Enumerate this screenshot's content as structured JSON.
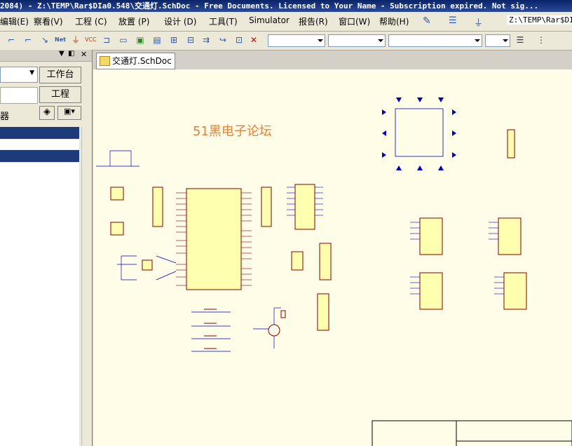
{
  "window": {
    "title": "2084) - Z:\\TEMP\\Rar$DIa0.548\\交通灯.SchDoc - Free Documents. Licensed to Your Name - Subscription expired. Not sig..."
  },
  "menu": {
    "items": [
      {
        "label": "编辑(E)"
      },
      {
        "label": "察看(V)"
      },
      {
        "label": "工程 (C)"
      },
      {
        "label": "放置 (P)"
      },
      {
        "label": "设计 (D)"
      },
      {
        "label": "工具(T)"
      },
      {
        "label": "Simulator"
      },
      {
        "label": "报告(R)"
      },
      {
        "label": "窗口(W)"
      },
      {
        "label": "帮助(H)"
      }
    ],
    "path": "Z:\\TEMP\\Rar$DI"
  },
  "panel": {
    "workbench_label": "工作台",
    "project_label": "工程",
    "side_char": "器"
  },
  "document": {
    "tab_label": "交通灯.SchDoc",
    "watermark": "51黑电子论坛"
  },
  "colors": {
    "sheet": "#fffce8",
    "component_fill": "#ffffb0",
    "component_border": "#8b0000",
    "wire": "#0000c0",
    "selection": "#1f3a7a"
  }
}
